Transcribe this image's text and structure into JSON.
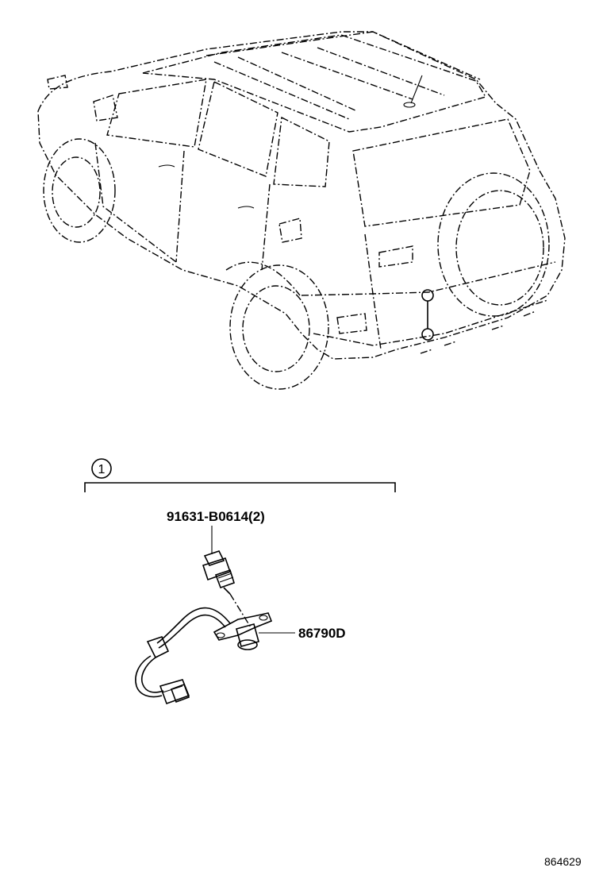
{
  "diagram": {
    "callout_number": "1",
    "parts": [
      {
        "part_number": "91631-B0614",
        "quantity": "(2)"
      },
      {
        "part_number": "86790D"
      }
    ],
    "illustration_id": "864629"
  }
}
